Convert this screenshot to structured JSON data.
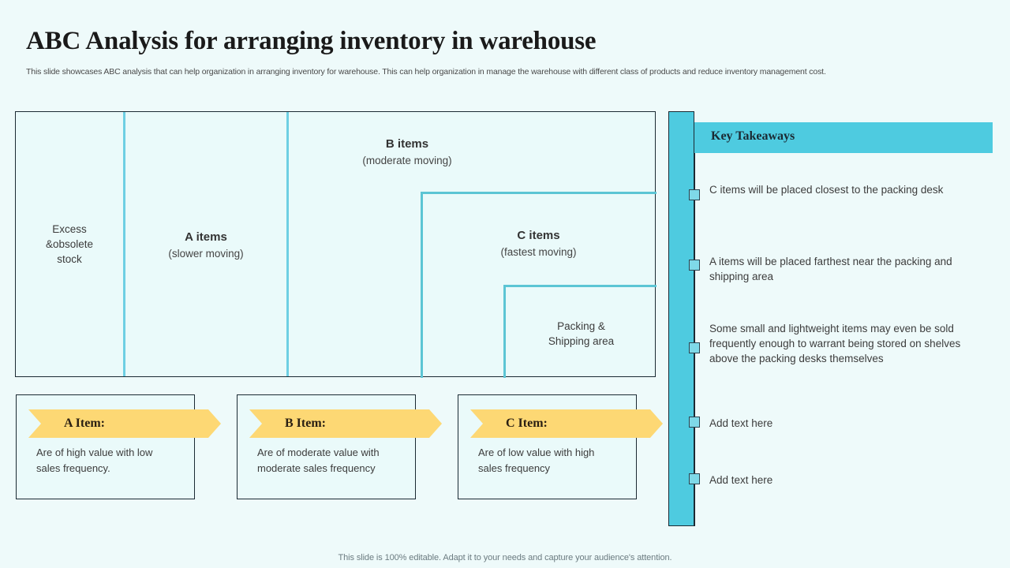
{
  "header": {
    "title": "ABC Analysis for arranging inventory in warehouse",
    "subtitle": "This slide showcases ABC analysis that can help organization in arranging inventory for warehouse. This can help organization in manage the warehouse with different class of products and reduce inventory management cost."
  },
  "warehouse_diagram": {
    "zones": [
      {
        "id": "excess",
        "name": "Excess",
        "line2": "&obsolete",
        "line3": "stock",
        "style": "plain"
      },
      {
        "id": "a-items",
        "name": "A items",
        "sub": "(slower moving)",
        "style": "titled"
      },
      {
        "id": "b-items",
        "name": "B items",
        "sub": "(moderate moving)",
        "style": "titled"
      },
      {
        "id": "c-items",
        "name": "C items",
        "sub": "(fastest moving)",
        "style": "titled"
      },
      {
        "id": "packing",
        "name": "Packing &",
        "line2": "Shipping area",
        "style": "plain"
      }
    ],
    "colors": {
      "divider": "#6ecfe3",
      "nested_border": "#5cc5d4",
      "outline": "#1b2a33",
      "fill": "#eafafa"
    }
  },
  "item_cards": [
    {
      "label": "A Item:",
      "description": "Are of high value with low sales frequency."
    },
    {
      "label": "B Item:",
      "description": "Are of moderate value with moderate sales frequency"
    },
    {
      "label": "C Item:",
      "description": "Are of low value with high sales frequency"
    }
  ],
  "key_takeaways": {
    "title": "Key Takeaways",
    "accent_color": "#4ecbe0",
    "marker_color": "#7fd9e8",
    "items": [
      "C items will be placed closest to the packing desk",
      "A items will be placed farthest near the packing and shipping area",
      "Some small and lightweight items may even be sold frequently enough to warrant being stored on shelves above the packing desks themselves",
      "Add text here",
      "Add text here"
    ]
  },
  "footer": {
    "note": "This slide is 100% editable. Adapt it to your needs and capture your audience's attention."
  }
}
